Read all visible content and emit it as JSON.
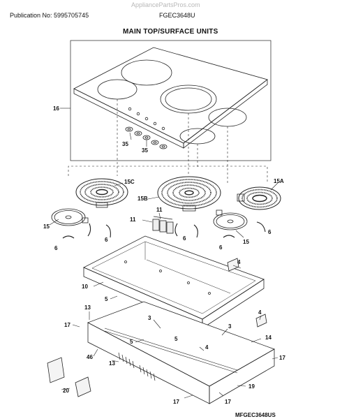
{
  "header": {
    "watermark": "AppliancePartsPros.com",
    "publication": "Publication No: 5995705745",
    "model": "FGEC3648U",
    "section_title": "MAIN TOP/SURFACE UNITS"
  },
  "footer": {
    "diagram_code": "MFGEC3648US"
  },
  "callouts": {
    "c16": "16",
    "c35a": "35",
    "c35b": "35",
    "c15c": "15C",
    "c15b": "15B",
    "c15a": "15A",
    "c15l": "15",
    "c15r": "15",
    "c11a": "11",
    "c11b": "11",
    "c6a": "6",
    "c6b": "6",
    "c6c": "6",
    "c6d": "6",
    "c6e": "6",
    "c4a": "4",
    "c4b": "4",
    "c4c": "4",
    "c10": "10",
    "c13a": "13",
    "c13b": "13",
    "c17a": "17",
    "c17b": "17",
    "c17c": "17",
    "c17d": "17",
    "c5a": "5",
    "c5b": "5",
    "c5c": "5",
    "c3a": "3",
    "c3b": "3",
    "c14": "14",
    "c46": "46",
    "c20": "20",
    "c19": "19"
  }
}
